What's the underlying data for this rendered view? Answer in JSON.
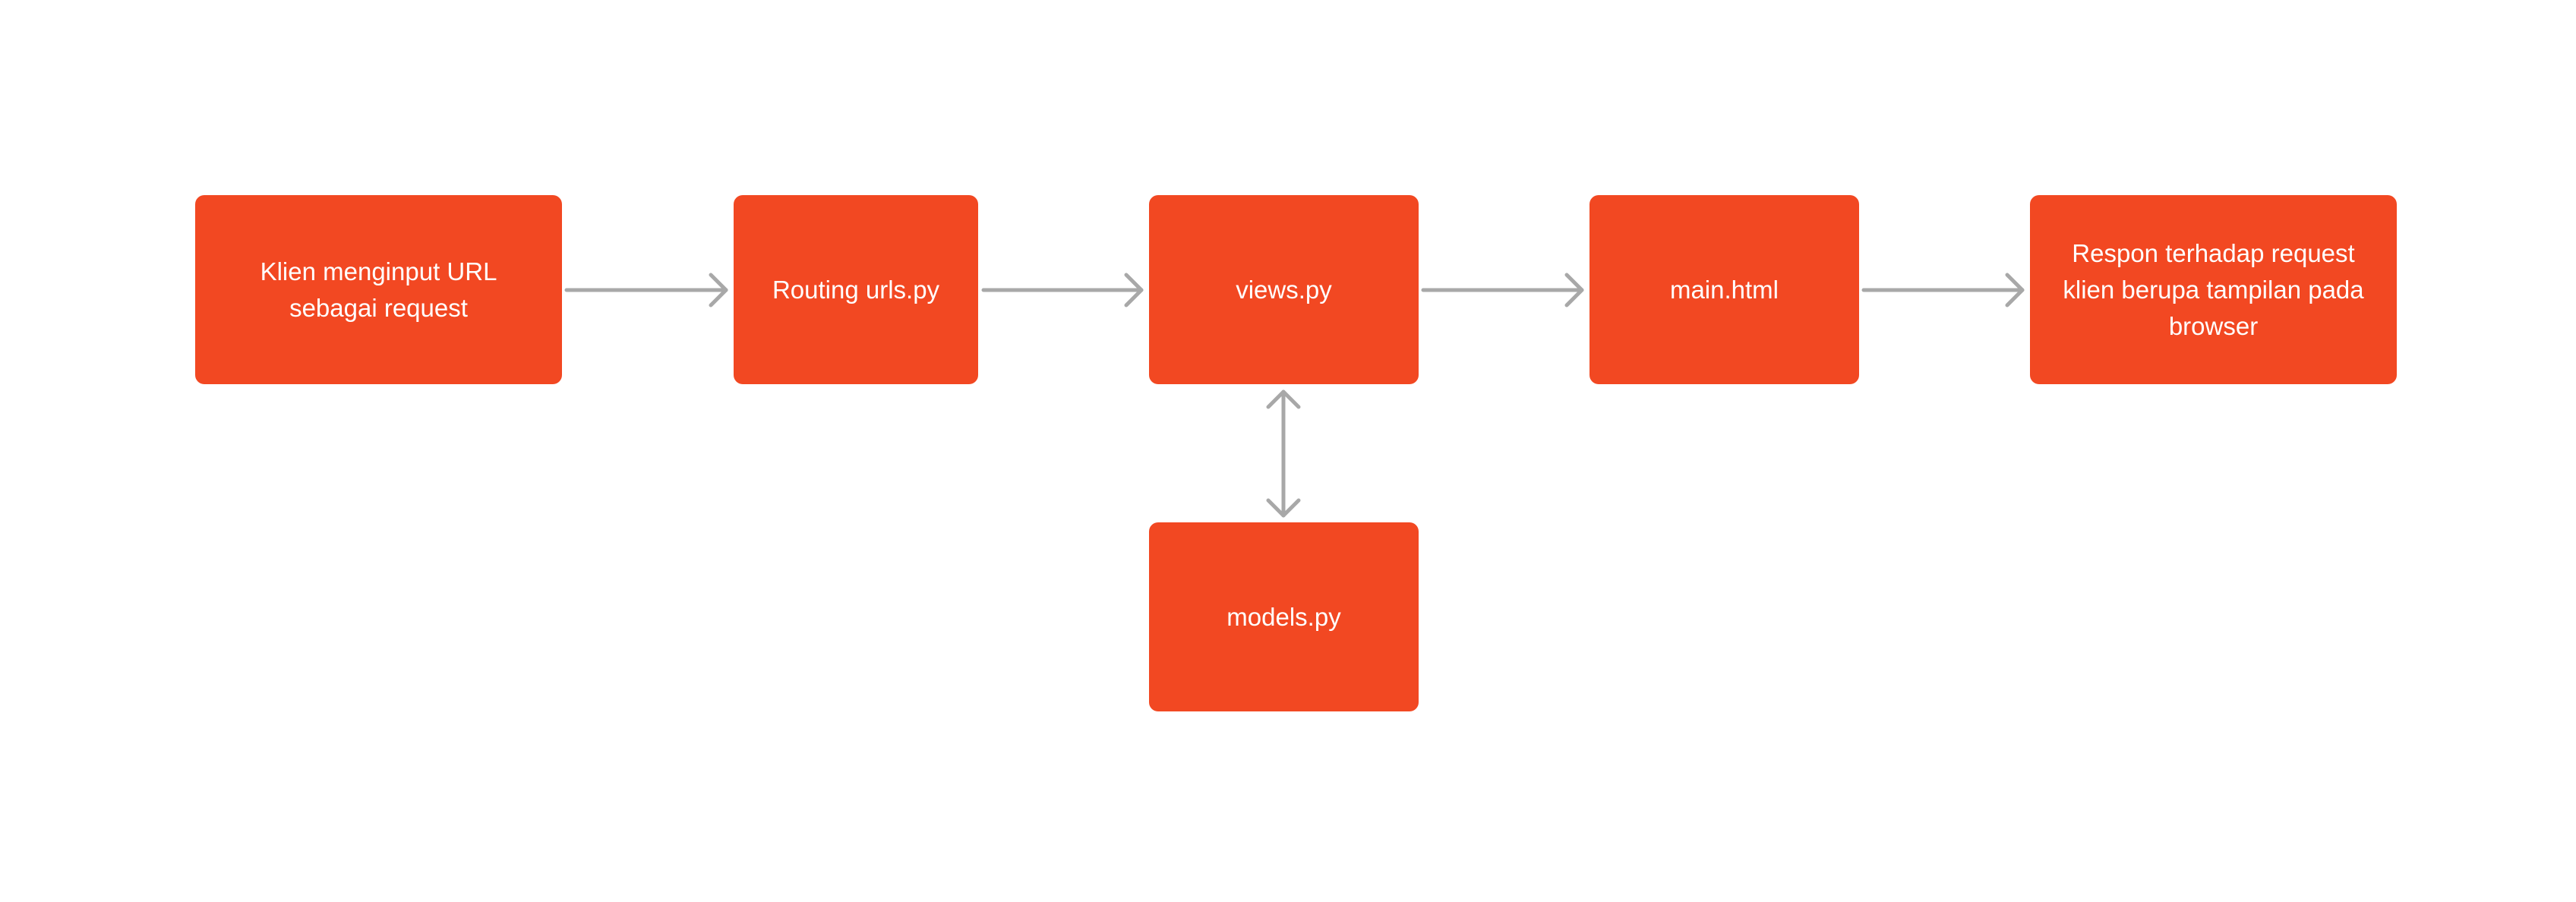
{
  "colors": {
    "node_fill": "#F24822",
    "node_text": "#FFFFFF",
    "arrow": "#A8A8A8",
    "background": "#FFFFFF"
  },
  "nodes": [
    {
      "id": "klien",
      "label": "Klien menginput URL\nsebagai request"
    },
    {
      "id": "routing",
      "label": "Routing urls.py"
    },
    {
      "id": "views",
      "label": "views.py"
    },
    {
      "id": "main",
      "label": "main.html"
    },
    {
      "id": "respon",
      "label": "Respon terhadap request\nklien berupa tampilan pada\nbrowser"
    },
    {
      "id": "models",
      "label": "models.py"
    }
  ],
  "edges": [
    {
      "from": "klien",
      "to": "routing",
      "direction": "forward"
    },
    {
      "from": "routing",
      "to": "views",
      "direction": "forward"
    },
    {
      "from": "views",
      "to": "main",
      "direction": "forward"
    },
    {
      "from": "main",
      "to": "respon",
      "direction": "forward"
    },
    {
      "from": "views",
      "to": "models",
      "direction": "both"
    }
  ]
}
